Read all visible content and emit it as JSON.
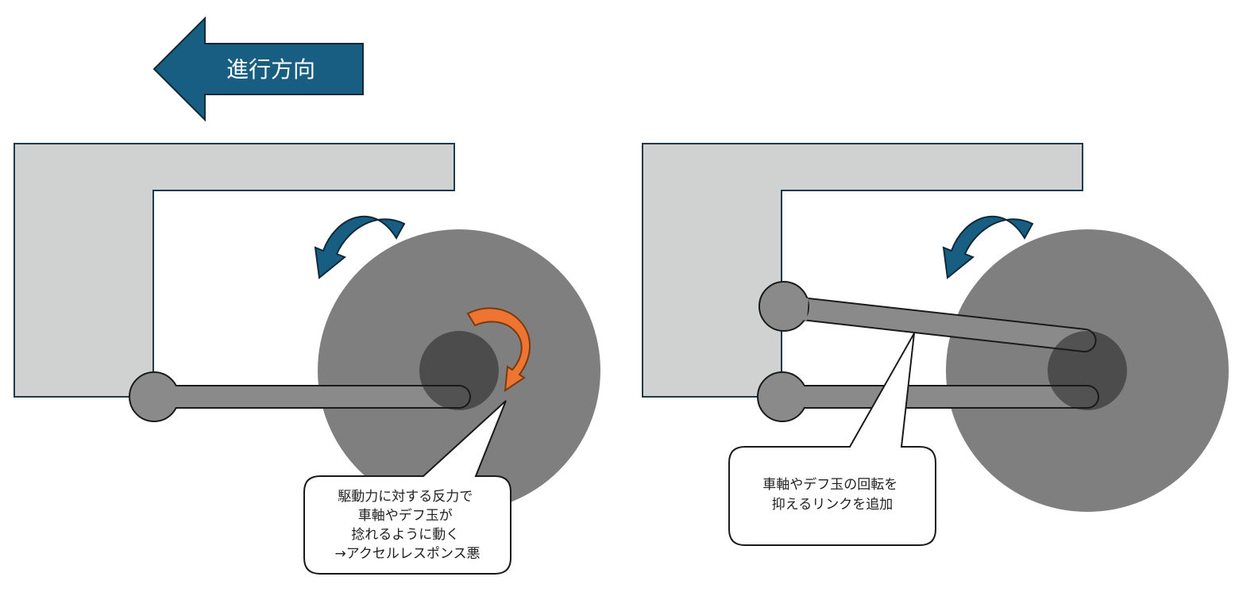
{
  "direction_label": "進行方向",
  "left_panel": {
    "callout_lines": [
      "駆動力に対する反力で",
      "車軸やデフ玉が",
      "捻れるように動く",
      "→アクセルレスポンス悪"
    ]
  },
  "right_panel": {
    "callout_lines": [
      "車軸やデフ玉の回転を",
      "抑えるリンクを追加"
    ]
  },
  "colors": {
    "arrow_blue": "#175e82",
    "arrow_blue_stroke": "#0e2a38",
    "twist_orange": "#ee7431",
    "twist_orange_stroke": "#7a3a10",
    "frame_gray": "#d0d1d1",
    "wheel_gray": "#7f7f7f",
    "hub_dark": "#3c3c3c",
    "link_gray": "#8a8a8a",
    "outline": "#1a1a1a"
  },
  "icons": {
    "direction": "left-arrow-icon",
    "wheel_rotation": "curved-arrow-icon",
    "axle_twist": "clockwise-arrow-icon"
  }
}
